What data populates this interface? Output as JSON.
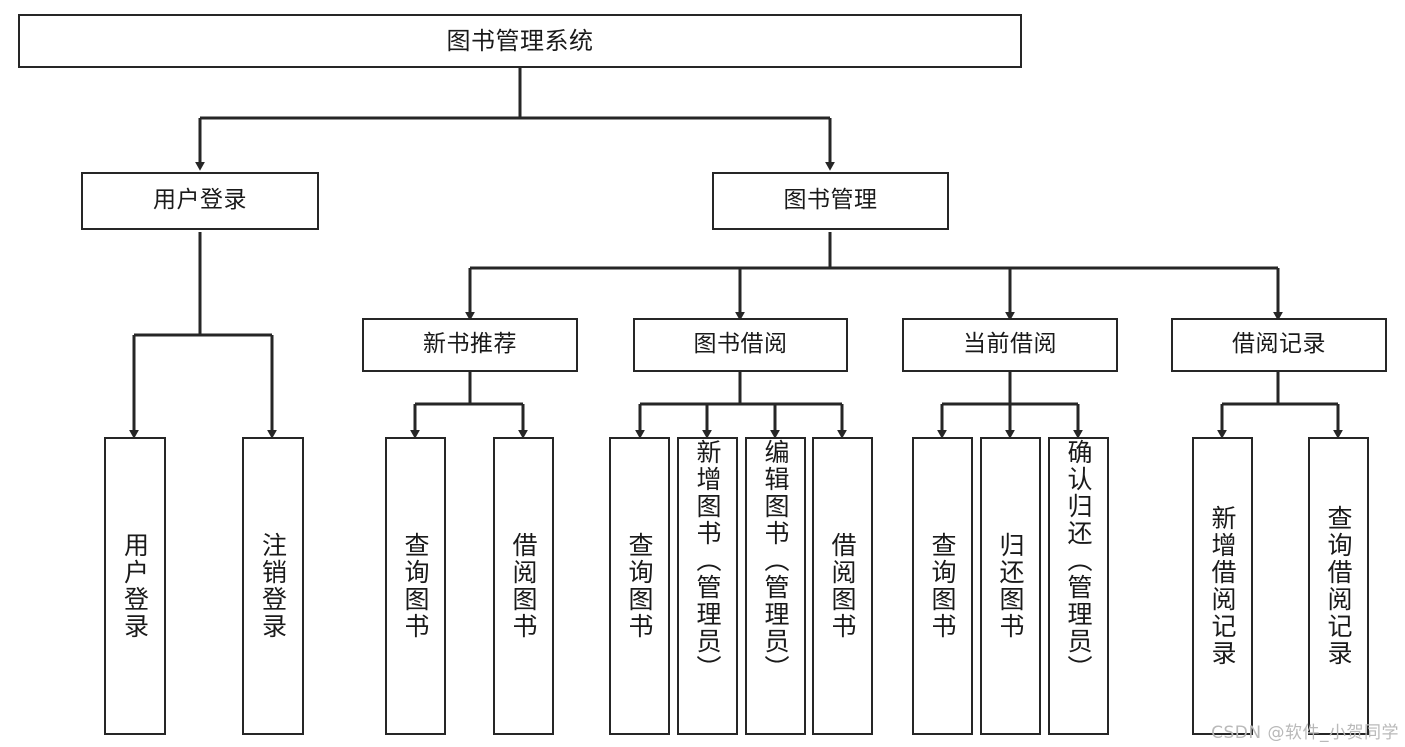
{
  "diagram": {
    "type": "hierarchy-tree",
    "title": "图书管理系统",
    "root": {
      "id": "root",
      "label": "图书管理系统"
    },
    "level1": [
      {
        "id": "user-login",
        "label": "用户登录"
      },
      {
        "id": "book-manage",
        "label": "图书管理"
      }
    ],
    "level2": [
      {
        "id": "new-book-recommend",
        "label": "新书推荐",
        "parent": "book-manage"
      },
      {
        "id": "book-borrow",
        "label": "图书借阅",
        "parent": "book-manage"
      },
      {
        "id": "current-borrow",
        "label": "当前借阅",
        "parent": "book-manage"
      },
      {
        "id": "borrow-record",
        "label": "借阅记录",
        "parent": "book-manage"
      }
    ],
    "leaves": {
      "user-login": [
        {
          "id": "leaf-user-login",
          "label": "用户登录"
        },
        {
          "id": "leaf-user-logout",
          "label": "注销登录"
        }
      ],
      "new-book-recommend": [
        {
          "id": "leaf-query-book-1",
          "label": "查询图书"
        },
        {
          "id": "leaf-borrow-book-1",
          "label": "借阅图书"
        }
      ],
      "book-borrow": [
        {
          "id": "leaf-query-book-2",
          "label": "查询图书"
        },
        {
          "id": "leaf-add-book",
          "label": "新增图书（管理员）"
        },
        {
          "id": "leaf-edit-book",
          "label": "编辑图书（管理员）"
        },
        {
          "id": "leaf-borrow-book-2",
          "label": "借阅图书"
        }
      ],
      "current-borrow": [
        {
          "id": "leaf-query-book-3",
          "label": "查询图书"
        },
        {
          "id": "leaf-return-book",
          "label": "归还图书"
        },
        {
          "id": "leaf-confirm-return",
          "label": "确认归还（管理员）"
        }
      ],
      "borrow-record": [
        {
          "id": "leaf-add-record",
          "label": "新增借阅记录"
        },
        {
          "id": "leaf-query-record",
          "label": "查询借阅记录"
        }
      ]
    },
    "colors": {
      "stroke": "#262626",
      "background": "#ffffff",
      "text": "#1a1a1a",
      "watermark": "#b9b9b9"
    }
  },
  "watermark": {
    "text": "CSDN @软件_小贺同学"
  }
}
